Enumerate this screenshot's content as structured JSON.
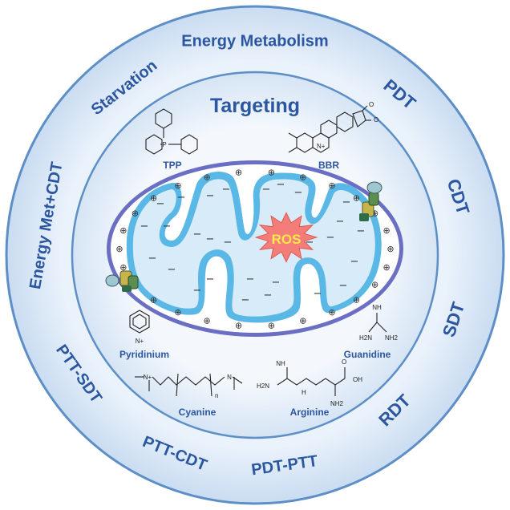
{
  "outer_ring_labels": [
    "Energy Metabolism",
    "PDT",
    "CDT",
    "SDT",
    "RDT",
    "PDT-PTT",
    "PTT-CDT",
    "PTT-SDT",
    "Energy Met+CDT",
    "Starvation"
  ],
  "center": {
    "title": "Targeting",
    "ros": "ROS"
  },
  "molecules": {
    "tpp": "TPP",
    "bbr": "BBR",
    "pyridinium": "Pyridinium",
    "guanidine": "Guanidine",
    "cyanine": "Cyanine",
    "arginine": "Arginine"
  },
  "chem_text": {
    "p": "P",
    "n": "N",
    "n_plus": "N+",
    "nh": "NH",
    "nh2": "NH2",
    "h2n": "H2N",
    "oh": "OH",
    "o": "O",
    "h": "H",
    "sub_n": "n"
  },
  "symbols": {
    "plus": "⊕",
    "minus": "−"
  },
  "colors": {
    "ring_outer": "#dbe8f6",
    "ring_inner": "#eef4fb",
    "ring_stroke": "#5d8fc6",
    "membrane_outer": "#6b6fc4",
    "membrane_inner": "#5ab8e6",
    "matrix": "#d7ebf8",
    "ros_fill": "#f47d7a",
    "label": "#2b56a0"
  }
}
